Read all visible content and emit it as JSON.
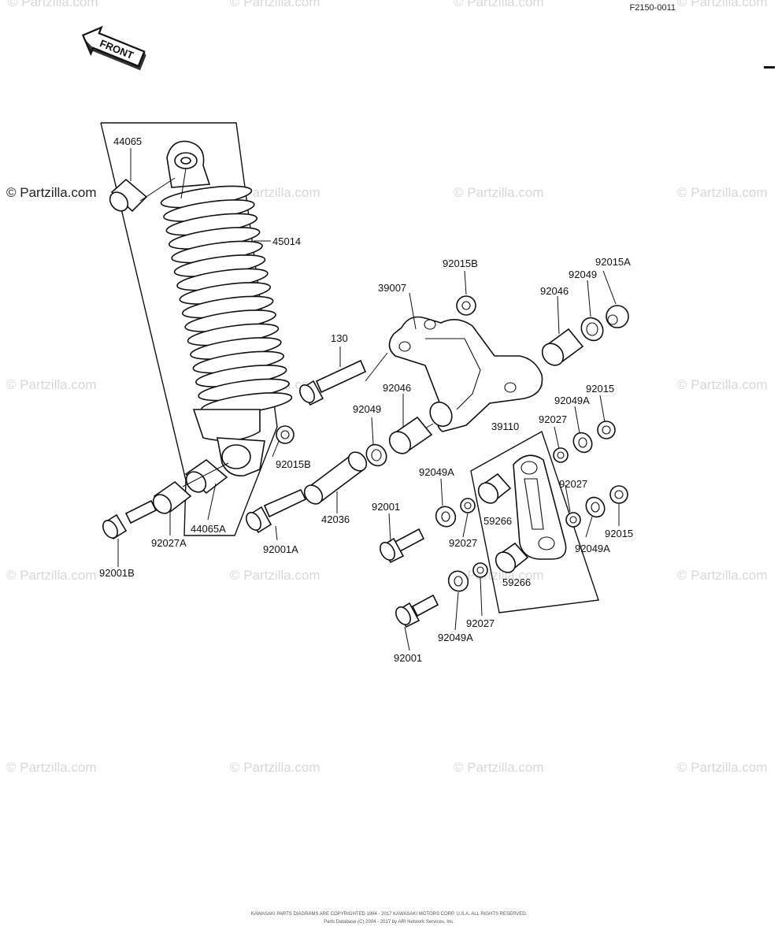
{
  "diagram": {
    "ref_code": "F2150-0011",
    "front_label": "FRONT",
    "watermark": "© Partzilla.com",
    "labels": {
      "p44065": "44065",
      "p45014": "45014",
      "p92015B_top": "92015B",
      "p39007": "39007",
      "p92015A": "92015A",
      "p92049": "92049",
      "p92046_top": "92046",
      "p130": "130",
      "p92046": "92046",
      "p92049_left": "92049",
      "p92015_top": "92015",
      "p92049A_top": "92049A",
      "p92027_top": "92027",
      "p39110": "39110",
      "p92015B_bottom": "92015B",
      "p92049A_mid": "92049A",
      "p92027_mid": "92027",
      "p92001_mid": "92001",
      "p59266_top": "59266",
      "p92027_c": "92027",
      "p92015_right": "92015",
      "p92049A_right": "92049A",
      "p44065A": "44065A",
      "p92027A": "92027A",
      "p42036": "42036",
      "p92001A": "92001A",
      "p92001B": "92001B",
      "p59266_bottom": "59266",
      "p92027_bottom": "92027",
      "p92049A_bottom": "92049A",
      "p92001_bottom": "92001"
    },
    "footer_line1": "KAWASAKI PARTS DIAGRAMS ARE COPYRIGHTED 1994 - 2017 KAWASAKI MOTORS CORP. U.S.A. ALL RIGHTS RESERVED.",
    "footer_line2": "Parts Database (C) 2004 - 2017 by ARI Network Services, Inc."
  }
}
